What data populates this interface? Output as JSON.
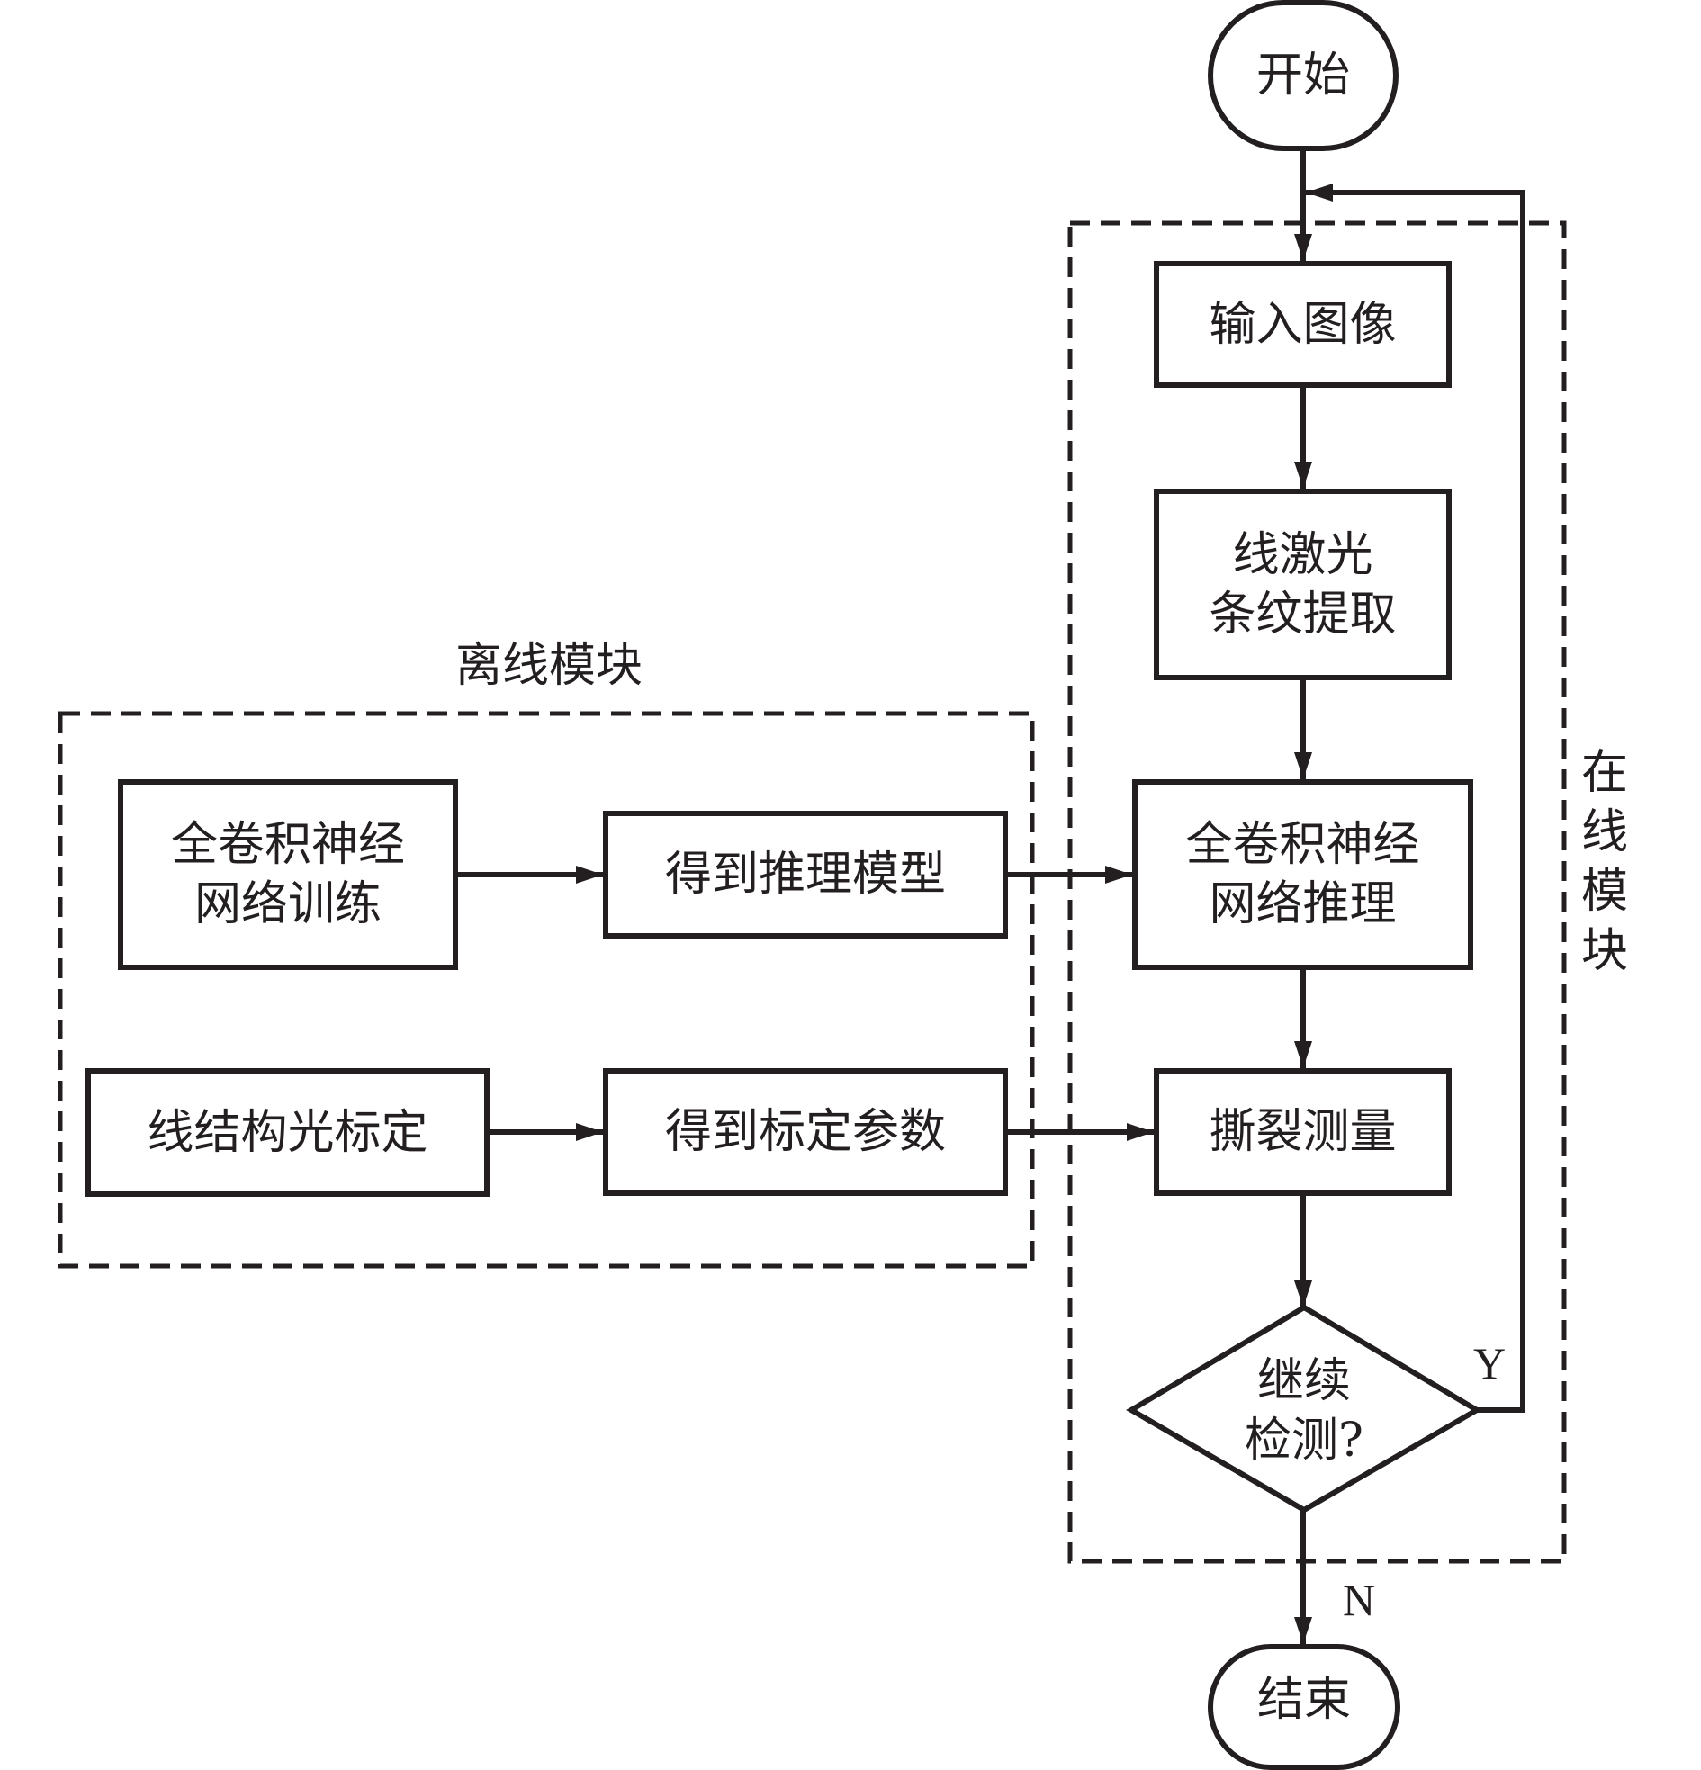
{
  "diagram": {
    "type": "flowchart",
    "modules": {
      "offline": {
        "title": "离线模块"
      },
      "online": {
        "title": "在线模块"
      }
    },
    "nodes": {
      "start": {
        "label": "开始",
        "shape": "terminal"
      },
      "input_image": {
        "label": "输入图像",
        "shape": "process"
      },
      "stripe_extraction": {
        "label": "线激光\n条纹提取",
        "shape": "process"
      },
      "fcn_inference": {
        "label": "全卷积神经\n网络推理",
        "shape": "process"
      },
      "tear_measurement": {
        "label": "撕裂测量",
        "shape": "process"
      },
      "continue_detection": {
        "label": "继续\n检测?",
        "shape": "decision"
      },
      "end": {
        "label": "结束",
        "shape": "terminal"
      },
      "fcn_training": {
        "label": "全卷积神经\n网络训练",
        "shape": "process"
      },
      "get_inference_model": {
        "label": "得到推理模型",
        "shape": "process"
      },
      "line_structured_light_calibration": {
        "label": "线结构光标定",
        "shape": "process"
      },
      "get_calibration_params": {
        "label": "得到标定参数",
        "shape": "process"
      }
    },
    "edges": [
      {
        "from": "start",
        "to": "input_image"
      },
      {
        "from": "input_image",
        "to": "stripe_extraction"
      },
      {
        "from": "stripe_extraction",
        "to": "fcn_inference"
      },
      {
        "from": "fcn_inference",
        "to": "tear_measurement"
      },
      {
        "from": "tear_measurement",
        "to": "continue_detection"
      },
      {
        "from": "continue_detection",
        "to": "input_image",
        "label": "Y"
      },
      {
        "from": "continue_detection",
        "to": "end",
        "label": "N"
      },
      {
        "from": "fcn_training",
        "to": "get_inference_model"
      },
      {
        "from": "get_inference_model",
        "to": "fcn_inference"
      },
      {
        "from": "line_structured_light_calibration",
        "to": "get_calibration_params"
      },
      {
        "from": "get_calibration_params",
        "to": "tear_measurement"
      }
    ],
    "branch_labels": {
      "yes": "Y",
      "no": "N"
    },
    "colors": {
      "stroke": "#231f20",
      "background": "#ffffff"
    }
  }
}
